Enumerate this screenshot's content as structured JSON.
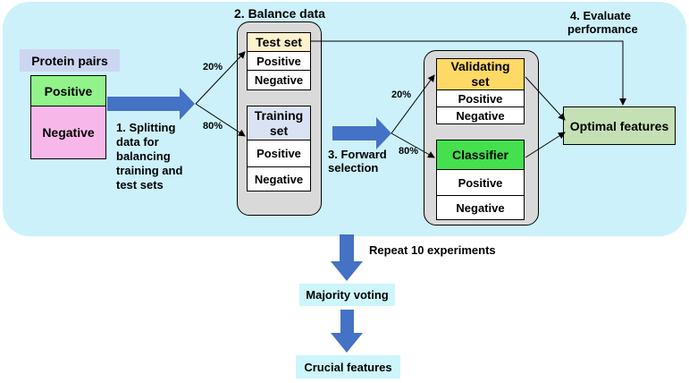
{
  "protein_pairs": {
    "title": "Protein pairs",
    "positive": "Positive",
    "negative": "Negative"
  },
  "step1": {
    "lines": [
      "1. Splitting",
      "data for",
      "balancing",
      "training and",
      "test sets"
    ]
  },
  "step2": {
    "title": "2. Balance data"
  },
  "test_set": {
    "title": "Test set",
    "positive": "Positive",
    "negative": "Negative"
  },
  "training_set": {
    "title_line1": "Training",
    "title_line2": "set",
    "positive": "Positive",
    "negative": "Negative"
  },
  "split_labels": {
    "test_pct": "20%",
    "train_pct": "80%",
    "validate_pct": "20%",
    "classifier_pct": "80%"
  },
  "step3": {
    "line1": "3. Forward",
    "line2": "selection"
  },
  "validating_set": {
    "title_line1": "Validating",
    "title_line2": "set",
    "positive": "Positive",
    "negative": "Negative"
  },
  "classifier": {
    "title": "Classifier",
    "positive": "Positive",
    "negative": "Negative"
  },
  "step4": {
    "line1": "4. Evaluate",
    "line2": "performance"
  },
  "optimal_features": {
    "label": "Optimal features"
  },
  "repeat": {
    "label": "Repeat 10 experiments"
  },
  "majority_voting": {
    "label": "Majority voting"
  },
  "crucial_features": {
    "label": "Crucial  features"
  },
  "colors": {
    "panel_bg": "#ccf1fb",
    "positive_green": "#92f38b",
    "negative_pink": "#f7b8e9",
    "protein_pairs_bg": "#cdd6f0",
    "test_set_bg": "#fef2cd",
    "training_set_bg": "#dae3f3",
    "validating_bg": "#ffd966",
    "classifier_bg": "#44e04e",
    "optimal_bg": "#c5e0b4",
    "arrow_blue": "#4472c4",
    "outcome_bg": "#ccf6fb"
  }
}
